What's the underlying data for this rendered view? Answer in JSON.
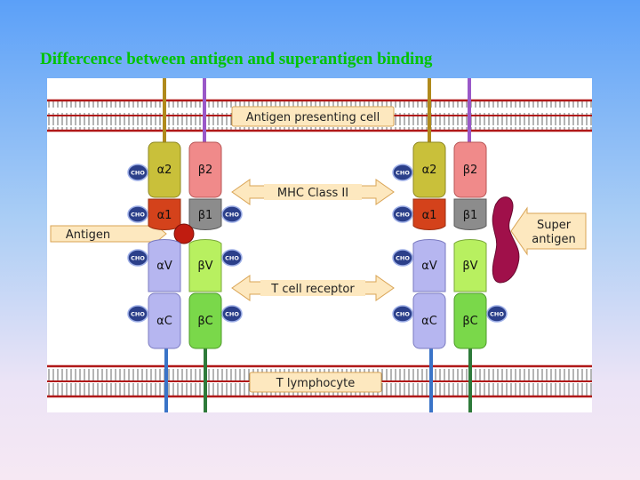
{
  "title": "Differcence between  antigen and superantigen binding",
  "labels": {
    "apc": "Antigen presenting cell",
    "mhc": "MHC Class II",
    "tcr": "T cell receptor",
    "tlymph": "T lymphocyte",
    "antigen": "Antigen",
    "super_line1": "Super",
    "super_line2": "antigen"
  },
  "domains": {
    "a2": "α2",
    "b2": "β2",
    "a1": "α1",
    "b1": "β1",
    "aV": "αV",
    "bV": "βV",
    "aC": "αC",
    "bC": "βC"
  },
  "cho": "CHO",
  "colors": {
    "alpha2": "#c9c03a",
    "beta2": "#f08a8a",
    "alpha1": "#d4421b",
    "beta1": "#8c8c8c",
    "alphaV": "#b6b6f0",
    "betaV": "#b8f060",
    "alphaC": "#b6b6f0",
    "betaC": "#7ad84a",
    "antigen": "#c01c10",
    "superantigen": "#a0104a",
    "cho": "#2b3f8a",
    "membrane": "#b01818",
    "arrow_fill": "#fde8bf",
    "arrow_stroke": "#d9a455"
  }
}
